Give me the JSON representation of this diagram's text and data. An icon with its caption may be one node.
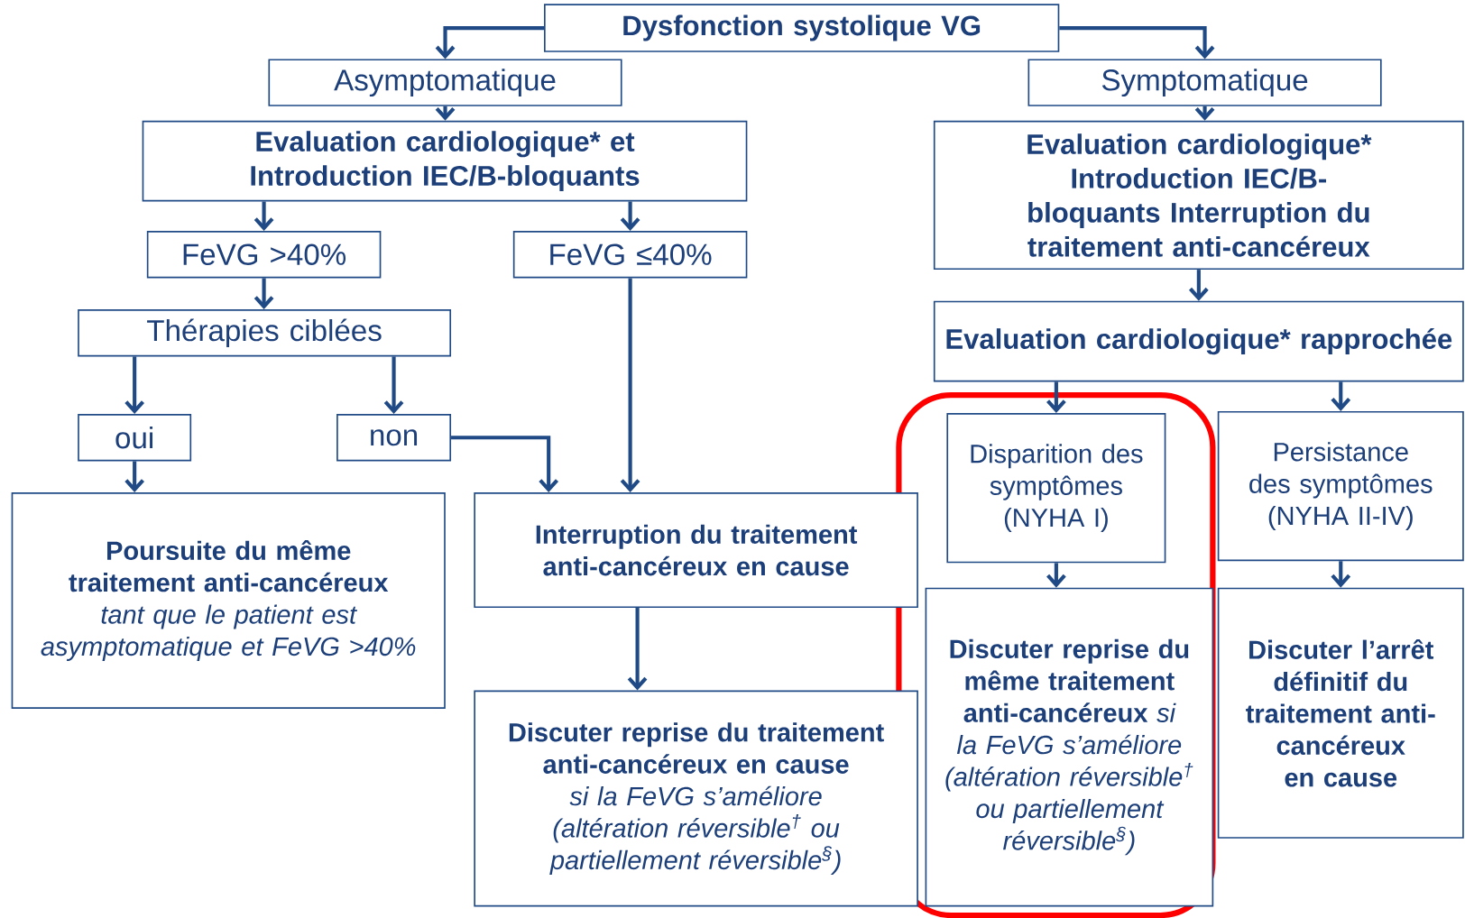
{
  "diagram": {
    "nodes": [
      {
        "text": [
          "Dysfonction systolique VG"
        ]
      },
      {
        "text": [
          "Asymptomatique"
        ]
      },
      {
        "text": [
          "Symptomatique"
        ]
      },
      {
        "text": [
          "Evaluation cardiologique* et Introduction IEC/B-bloquants"
        ]
      },
      {
        "text": [
          "FeVG >40%"
        ]
      },
      {
        "text": [
          "FeVG ≤40%"
        ]
      },
      {
        "text": [
          "Thérapies ciblées"
        ]
      },
      {
        "text": [
          "oui"
        ]
      },
      {
        "text": [
          "non"
        ]
      },
      {
        "text": [
          "**Poursuite du même traitement anti-cancéreux** *tant que le patient est asymptomatique et FeVG >40%*"
        ]
      },
      {
        "text": [
          "Interruption du traitement anti-cancéreux en cause"
        ]
      },
      {
        "text": [
          "**Discuter reprise du traitement anti-cancéreux en cause** *si la FeVG s’améliore (altération réversible$^{†}$ ou partiellement réversible$^{§}$)*"
        ]
      },
      {
        "text": [
          "Evaluation cardiologique* Introduction IEC/B-bloquants Interruption du traitement anti-cancéreux"
        ]
      },
      {
        "text": [
          "Evaluation cardiologique* rapprochée"
        ]
      },
      {
        "text": [
          "Disparition des symptômes (NYHA I)"
        ]
      },
      {
        "text": [
          "Persistance des symptômes (NYHA II-IV)"
        ]
      },
      {
        "text": [
          "**Discuter reprise du même traitement anti-cancéreux** *si la FeVG s’améliore (altération réversible$^{†}$ ou partiellement réversible$^{§}$)*"
        ]
      },
      {
        "text": [
          "Discuter l’arrêt définitif du traitement anti-cancéreux en cause"
        ]
      }
    ],
    "edges": [
      {
        "from": 0,
        "to": 1,
        "arrow": "to"
      },
      {
        "from": 0,
        "to": 2,
        "arrow": "to"
      },
      {
        "from": 1,
        "to": 3,
        "arrow": "to"
      },
      {
        "from": 2,
        "to": 12,
        "arrow": "to"
      },
      {
        "from": 3,
        "to": 4,
        "arrow": "to"
      },
      {
        "from": 3,
        "to": 5,
        "arrow": "to"
      },
      {
        "from": 4,
        "to": 6,
        "arrow": "to"
      },
      {
        "from": 6,
        "to": 7,
        "arrow": "to"
      },
      {
        "from": 6,
        "to": 8,
        "arrow": "to"
      },
      {
        "from": 7,
        "to": 9,
        "arrow": "to"
      },
      {
        "from": 8,
        "to": 10,
        "arrow": "to"
      },
      {
        "from": 5,
        "to": 10,
        "arrow": "to"
      },
      {
        "from": 10,
        "to": 11,
        "arrow": "to"
      },
      {
        "from": 12,
        "to": 13,
        "arrow": "to"
      },
      {
        "from": 13,
        "to": 14,
        "arrow": "to"
      },
      {
        "from": 13,
        "to": 15,
        "arrow": "to"
      },
      {
        "from": 14,
        "to": 16,
        "arrow": "to"
      },
      {
        "from": 15,
        "to": 17,
        "arrow": "to"
      }
    ]
  }
}
